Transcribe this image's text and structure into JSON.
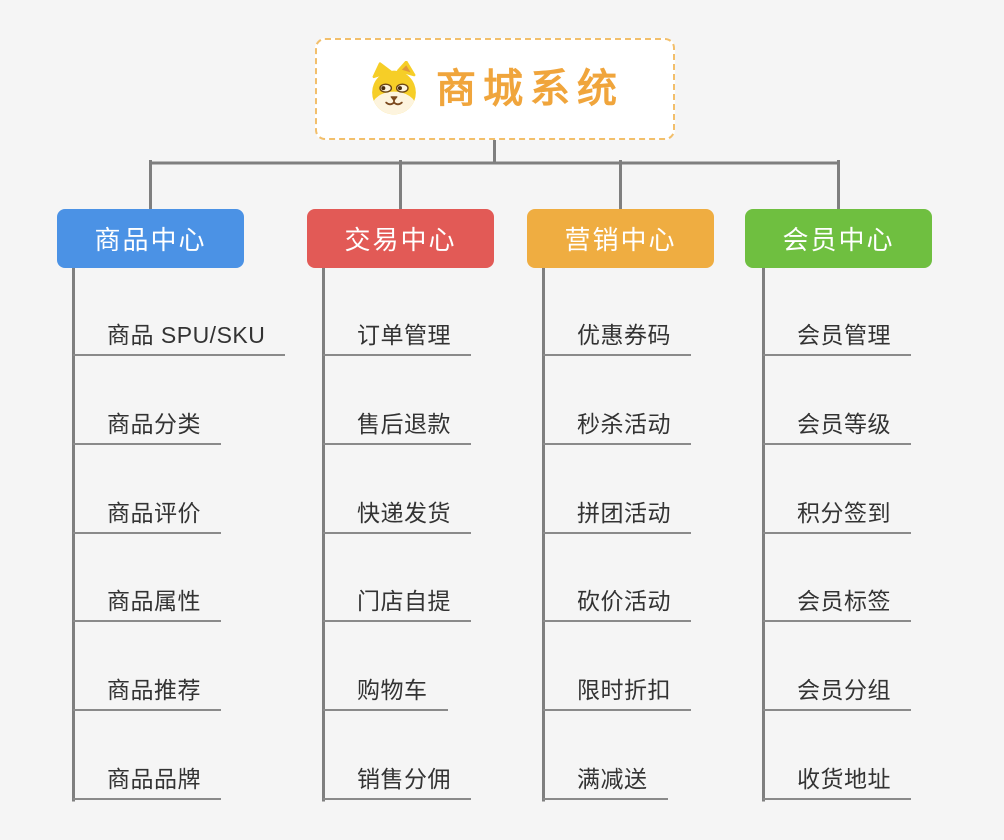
{
  "root": {
    "title": "商城系统",
    "icon": "dog-face-icon"
  },
  "branches": [
    {
      "label": "商品中心",
      "color": "#4B92E5",
      "children": [
        "商品 SPU/SKU",
        "商品分类",
        "商品评价",
        "商品属性",
        "商品推荐",
        "商品品牌"
      ]
    },
    {
      "label": "交易中心",
      "color": "#E25A56",
      "children": [
        "订单管理",
        "售后退款",
        "快递发货",
        "门店自提",
        "购物车",
        "销售分佣"
      ]
    },
    {
      "label": "营销中心",
      "color": "#EFAD41",
      "children": [
        "优惠券码",
        "秒杀活动",
        "拼团活动",
        "砍价活动",
        "限时折扣",
        "满减送"
      ]
    },
    {
      "label": "会员中心",
      "color": "#6FBF40",
      "children": [
        "会员管理",
        "会员等级",
        "积分签到",
        "会员标签",
        "会员分组",
        "收货地址"
      ]
    }
  ],
  "colors": {
    "background": "#F5F5F5",
    "root_border": "#F2BF6B",
    "root_text": "#F0A53C",
    "connector": "#7F7F7F",
    "leaf_underline": "#8A8A8A",
    "leaf_text": "#333333"
  }
}
